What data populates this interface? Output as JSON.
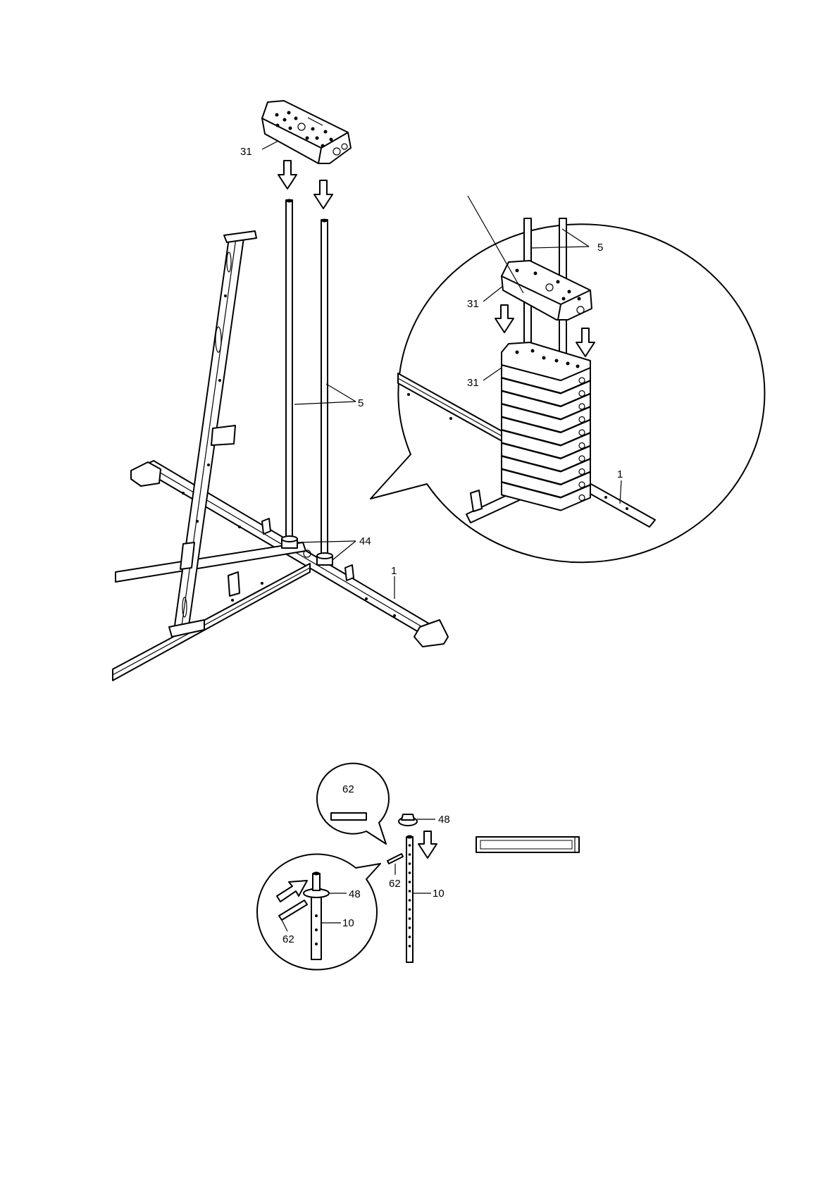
{
  "main_view": {
    "label_31": "31",
    "label_5": "5",
    "label_44": "44",
    "label_1": "1"
  },
  "detail_view": {
    "label_5": "5",
    "label_31_top": "31",
    "label_31_stack": "31",
    "label_1": "1",
    "weight_plate_count": 10
  },
  "pin_assembly": {
    "inset_label_62": "62",
    "label_48": "48",
    "label_62": "62",
    "label_10": "10",
    "circle_label_48": "48",
    "circle_label_10": "10",
    "circle_label_62": "62"
  }
}
